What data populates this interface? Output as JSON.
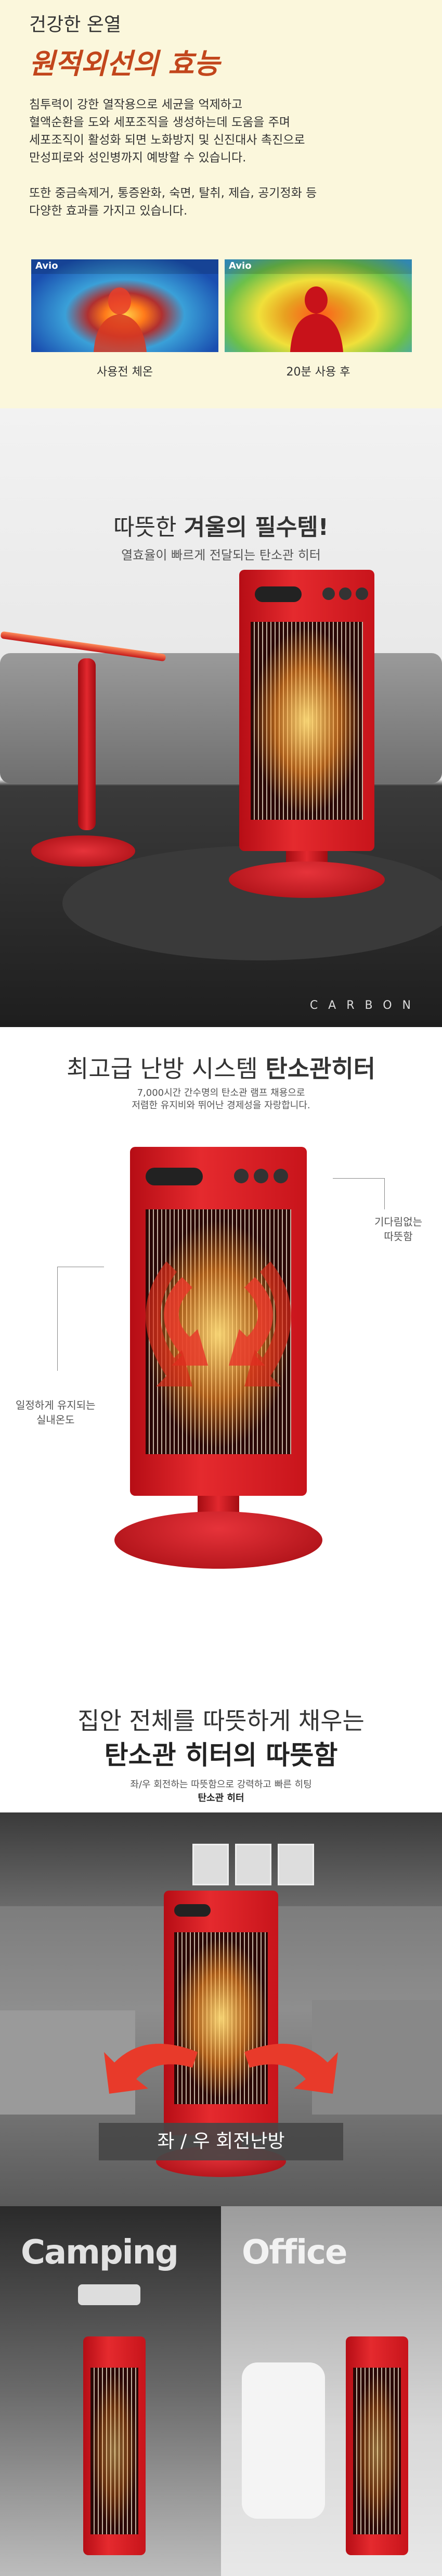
{
  "section1": {
    "title": "건강한 온열",
    "title_script": "원적외선의 효능",
    "para1": [
      "침투력이 강한 열작용으로 세균을 억제하고",
      "혈액순환을 도와 세포조직을 생성하는데 도움을 주며",
      "세포조직이 활성화 되면 노화방지 및 신진대사 촉진으로",
      "만성피로와 성인병까지 예방할 수 있습니다."
    ],
    "para2": [
      "또한 중금속제거, 통증완화, 숙면, 탈취, 제습, 공기정화 등",
      "다양한 효과를 가지고 있습니다."
    ],
    "images": [
      {
        "brand": "Avio",
        "caption": "사용전 체온"
      },
      {
        "brand": "Avio",
        "caption": "20분 사용 후"
      }
    ]
  },
  "section2": {
    "headline_plain": "따뜻한 ",
    "headline_bold": "겨울의 필수템!",
    "subtitle": "열효율이 빠르게 전달되는 탄소관 히터",
    "footer_word": "CARBON"
  },
  "section3": {
    "headline_plain": "최고급 난방 시스템 ",
    "headline_bold": "탄소관히터",
    "desc": [
      "7,000시간 간수명의 탄소관 램프 채용으로",
      "저렴한 유지비와 뛰어난 경제성을 자랑합니다."
    ],
    "label_right": [
      "기다림없는",
      "따뜻함"
    ],
    "label_left": [
      "일정하게 유지되는",
      "실내온도"
    ]
  },
  "section4": {
    "line1": "집안 전체를 따뜻하게 채우는",
    "line2": "탄소관 히터의 따뜻함",
    "desc1": "좌/우 회전하는 따뜻함으로 강력하고 빠른 히팅",
    "desc2": "탄소관 히터"
  },
  "section5": {
    "caption": "좌 / 우 회전난방"
  },
  "section6": {
    "left_word": "Camping",
    "right_word": "Office"
  },
  "colors": {
    "heater_red": "#e52a2e",
    "script_orange": "#c2461c",
    "cream_bg": "#fbf7dc"
  }
}
